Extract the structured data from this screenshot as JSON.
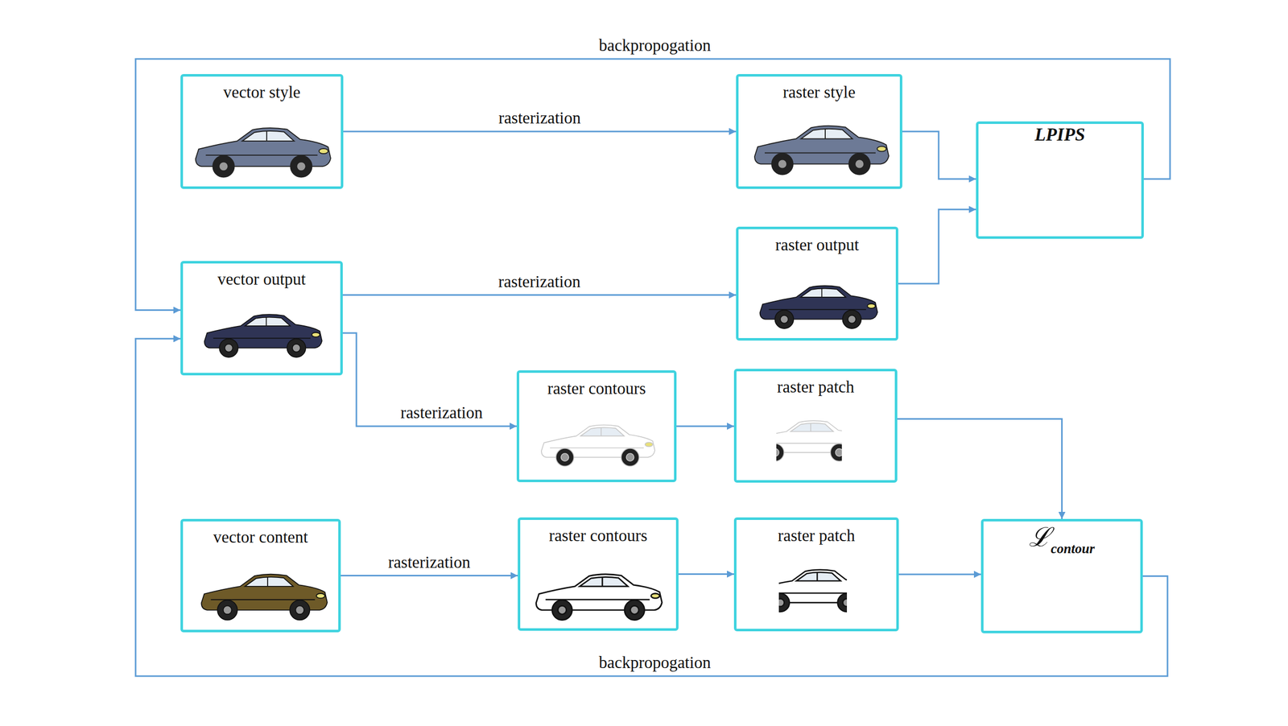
{
  "diagram": {
    "nodes": [
      {
        "text": [
          "vector style"
        ]
      },
      {
        "text": [
          "raster style"
        ]
      },
      {
        "text": [
          "LPIPS"
        ]
      },
      {
        "text": [
          "vector output"
        ]
      },
      {
        "text": [
          "raster output"
        ]
      },
      {
        "text": [
          "raster contours"
        ]
      },
      {
        "text": [
          "raster patch"
        ]
      },
      {
        "text": [
          "vector content"
        ]
      },
      {
        "text": [
          "raster contours"
        ]
      },
      {
        "text": [
          "raster patch"
        ]
      },
      {
        "text": [
          "ℒ",
          "contour"
        ]
      }
    ],
    "edges": [
      {
        "from": 0,
        "to": 1,
        "label": "rasterization",
        "arrow": "to"
      },
      {
        "from": 1,
        "to": 2,
        "arrow": "to"
      },
      {
        "from": 4,
        "to": 2,
        "arrow": "to"
      },
      {
        "from": 3,
        "to": 4,
        "label": "rasterization",
        "arrow": "to"
      },
      {
        "from": 3,
        "to": 5,
        "label": "rasterization",
        "arrow": "to"
      },
      {
        "from": 5,
        "to": 6,
        "arrow": "to"
      },
      {
        "from": 6,
        "to": 10,
        "arrow": "to"
      },
      {
        "from": 7,
        "to": 8,
        "label": "rasterization",
        "arrow": "to"
      },
      {
        "from": 8,
        "to": 9,
        "arrow": "to"
      },
      {
        "from": 9,
        "to": 10,
        "arrow": "to"
      },
      {
        "from": 2,
        "to": 3,
        "label": "backpropogation",
        "arrow": "to"
      },
      {
        "from": 10,
        "to": 3,
        "label": "backpropogation",
        "arrow": "to"
      }
    ]
  }
}
